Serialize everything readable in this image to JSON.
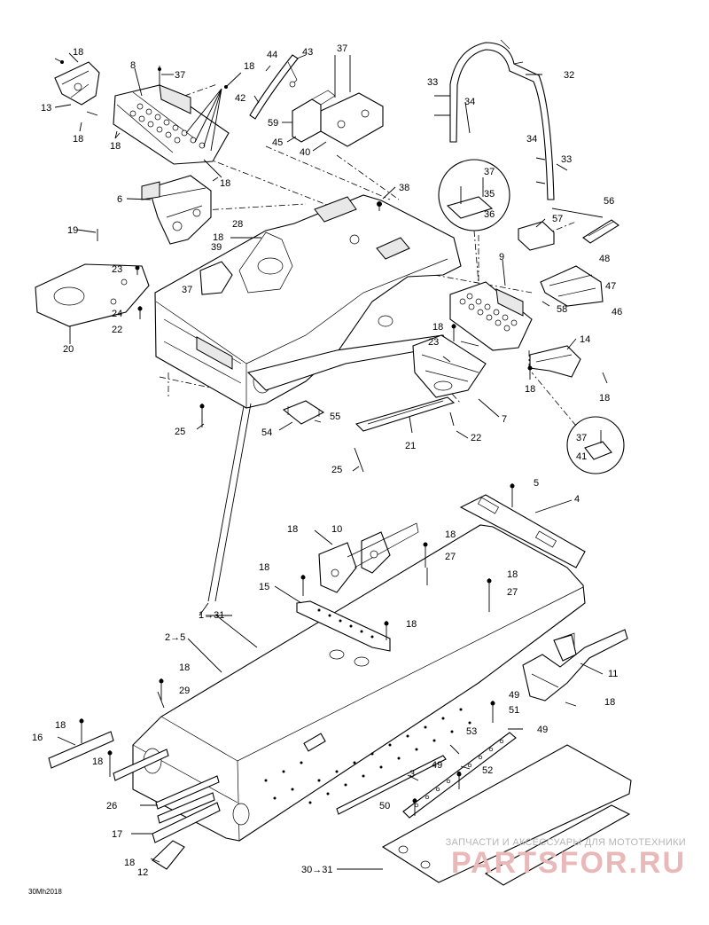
{
  "labels": {
    "l18a": "18",
    "l37a": "37",
    "l8": "8",
    "l13": "13",
    "l18b": "18",
    "l18c": "18",
    "l18d": "18",
    "l44": "44",
    "l43": "43",
    "l42": "42",
    "l59": "59",
    "l45": "45",
    "l37b": "37",
    "l40": "40",
    "l33a": "33",
    "l34a": "34",
    "l32": "32",
    "l34b": "34",
    "l33b": "33",
    "l6": "6",
    "l18e": "18",
    "l38": "38",
    "l37c": "37",
    "l35": "35",
    "l36": "36",
    "l56": "56",
    "l57": "57",
    "l19": "19",
    "l28": "28",
    "l18f": "18",
    "l39": "39",
    "l9": "9",
    "l23a": "23",
    "l48": "48",
    "l47": "47",
    "l37d": "37",
    "l58": "58",
    "l46": "46",
    "l24": "24",
    "l22a": "22",
    "l20": "20",
    "l18g": "18",
    "l23b": "23",
    "l14": "14",
    "l18h": "18",
    "l18i": "18",
    "l7": "7",
    "l55": "55",
    "l54": "54",
    "l25a": "25",
    "l22b": "22",
    "l21": "21",
    "l37e": "37",
    "l41": "41",
    "l25b": "25",
    "l5": "5",
    "l4": "4",
    "l18j": "18",
    "l10": "10",
    "l18k": "18",
    "l27a": "27",
    "l18l": "18",
    "l15": "15",
    "l18m": "18",
    "l27b": "27",
    "l1to31": "1→31",
    "l18n": "18",
    "l2to5": "2→5",
    "l11": "11",
    "l18o": "18",
    "l29": "29",
    "l49a": "49",
    "l51": "51",
    "l18p": "18",
    "l16": "16",
    "l53": "53",
    "l49b": "49",
    "l18q": "18",
    "l49c": "49",
    "l52": "52",
    "l26": "26",
    "l3": "3",
    "l50": "50",
    "l17": "17",
    "l18r": "18",
    "l12": "12",
    "l30to31": "30→31"
  },
  "figure_code": "30Mh2018",
  "watermark": {
    "top": "ЗАПЧАСТИ И АКСЕССУАРЫ ДЛЯ МОТОТЕХНИКИ",
    "main": "PARTSFOR.RU"
  }
}
